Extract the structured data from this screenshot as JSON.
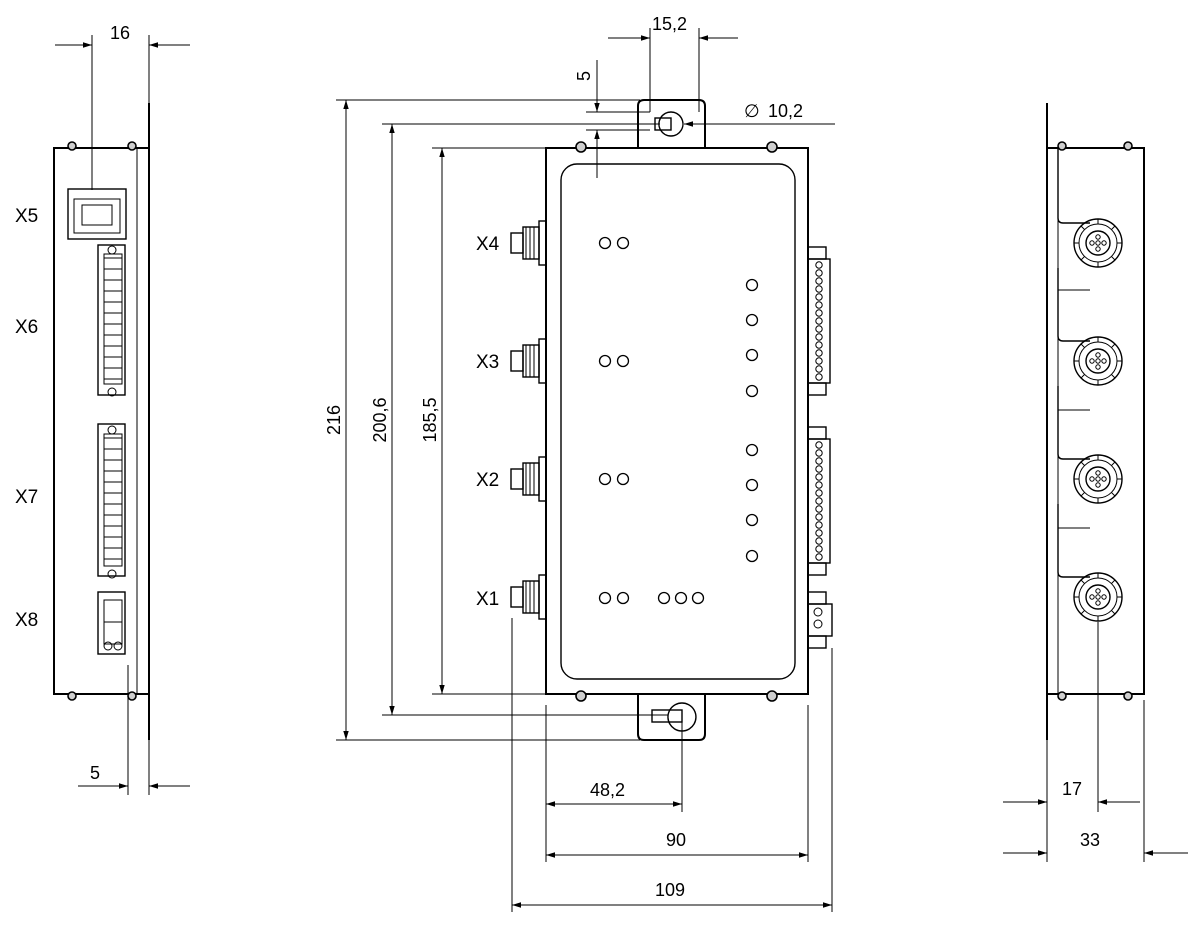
{
  "left_view": {
    "connectors": [
      "X5",
      "X6",
      "X7",
      "X8"
    ],
    "dim_top": "16",
    "dim_bottom": "5"
  },
  "front_view": {
    "ports": [
      "X4",
      "X3",
      "X2",
      "X1"
    ],
    "dim_height_total": "216",
    "dim_height_holes": "200,6",
    "dim_height_body": "185,5",
    "dim_tab_offset": "5",
    "dim_tab_width": "15,2",
    "dim_hole_diameter": "10,2",
    "diameter_symbol": "∅",
    "dim_hole_x": "48,2",
    "dim_width_body": "90",
    "dim_width_total": "109"
  },
  "right_view": {
    "dim_connector_offset": "17",
    "dim_depth": "33"
  },
  "colors": {
    "line": "#000000",
    "shade": "#cfcfcf",
    "background": "#ffffff"
  }
}
